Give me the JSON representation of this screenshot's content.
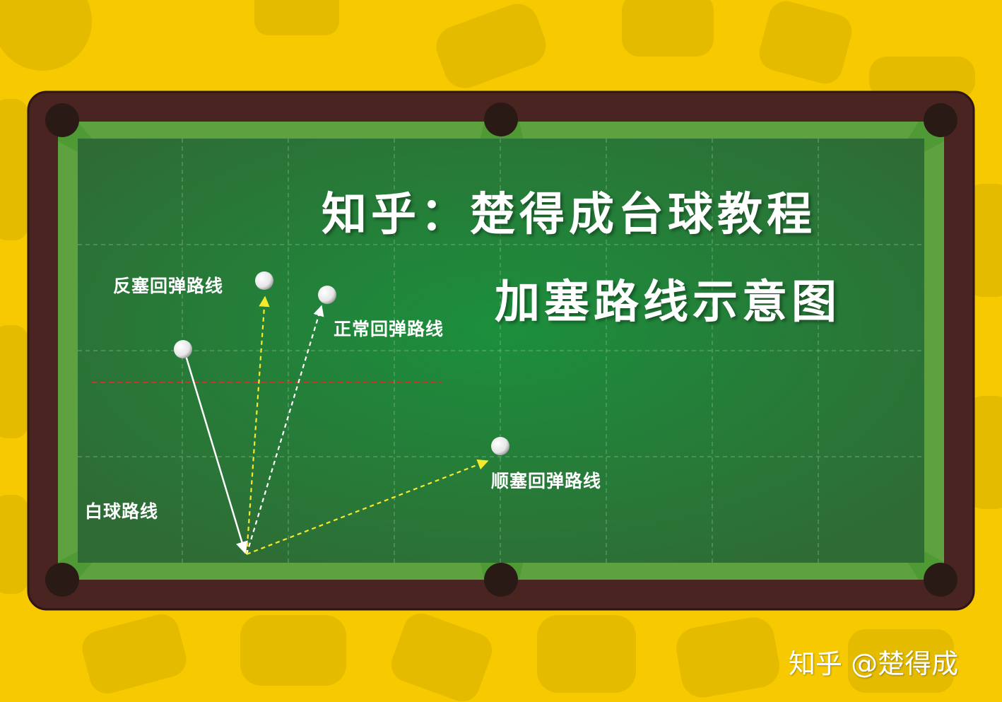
{
  "colors": {
    "background": "#f7c900",
    "pattern": "#c9a300",
    "rail": "#4a2420",
    "cushion": "#4f9a35",
    "felt_center": "#1b8f3c",
    "felt_edge": "#2f6b35",
    "pocket": "#2a1a16",
    "ball": "#f2f2f2",
    "cue_path": "#ffffff",
    "english_path": "#f5ea2a",
    "reference_line": "#c0392b"
  },
  "title": {
    "line1": "知乎：楚得成台球教程",
    "line2": "加塞路线示意图"
  },
  "labels": {
    "reverse_english": "反塞回弹路线",
    "normal_rebound": "正常回弹路线",
    "running_english": "顺塞回弹路线",
    "cue_ball_path": "白球路线"
  },
  "watermark": "知乎 @楚得成"
}
